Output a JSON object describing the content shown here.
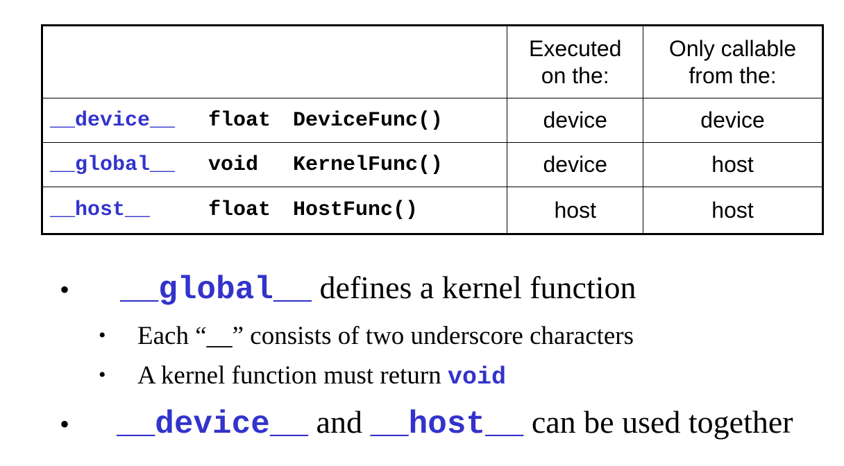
{
  "table": {
    "headers": {
      "declaration": "",
      "executed_on_line1": "Executed",
      "executed_on_line2": "on the:",
      "callable_from_line1": "Only callable",
      "callable_from_line2": "from the:"
    },
    "rows": [
      {
        "qualifier": "__device__",
        "return_type": "float",
        "function": "DeviceFunc()",
        "executed_on": "device",
        "callable_from": "device"
      },
      {
        "qualifier": "__global__",
        "return_type": "void",
        "function": "KernelFunc()",
        "executed_on": "device",
        "callable_from": "host"
      },
      {
        "qualifier": "__host__",
        "return_type": "float",
        "function": "HostFunc()",
        "executed_on": "host",
        "callable_from": "host"
      }
    ]
  },
  "bullets": {
    "b1": {
      "marker": "•",
      "keyword": "__global__",
      "text": " defines a kernel function"
    },
    "sb1": {
      "marker": "•",
      "text": "Each “__” consists of two underscore characters"
    },
    "sb2": {
      "marker": "•",
      "text": "A kernel function must return ",
      "keyword": "void"
    },
    "b2": {
      "marker": "•",
      "keyword1": "__device__",
      "middle": " and ",
      "keyword2": "__host__",
      "text": " can be used together"
    }
  },
  "colors": {
    "keyword": "#3333cc",
    "text": "#000000",
    "border": "#000000"
  }
}
